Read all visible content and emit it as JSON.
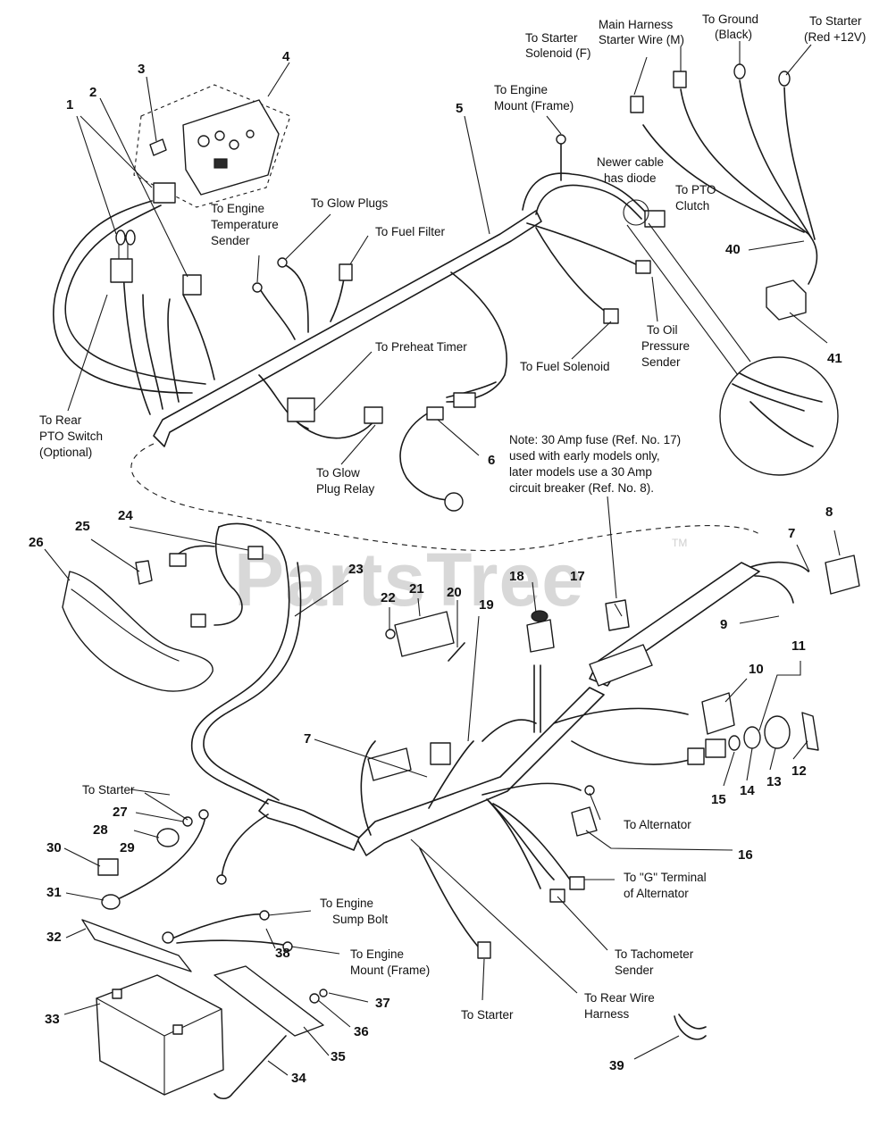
{
  "watermark": {
    "text": "PartsTree",
    "trademark": "TM"
  },
  "callouts": {
    "c1": "1",
    "c2": "2",
    "c3": "3",
    "c4": "4",
    "c5": "5",
    "c6": "6",
    "c7a": "7",
    "c7b": "7",
    "c8": "8",
    "c9": "9",
    "c10": "10",
    "c11": "11",
    "c12": "12",
    "c13": "13",
    "c14": "14",
    "c15": "15",
    "c16": "16",
    "c17": "17",
    "c18": "18",
    "c19": "19",
    "c20": "20",
    "c21": "21",
    "c22": "22",
    "c23": "23",
    "c24": "24",
    "c25": "25",
    "c26": "26",
    "c27": "27",
    "c28": "28",
    "c29": "29",
    "c30": "30",
    "c31": "31",
    "c32": "32",
    "c33": "33",
    "c34": "34",
    "c35": "35",
    "c36": "36",
    "c37": "37",
    "c38": "38",
    "c39": "39",
    "c40": "40",
    "c41": "41"
  },
  "labels": {
    "to_starter_solenoid": [
      "To Starter",
      "Solenoid (F)"
    ],
    "main_harness_starter_wire": [
      "Main Harness",
      "Starter Wire (M)"
    ],
    "to_ground": [
      "To Ground",
      "(Black)"
    ],
    "to_starter_red": [
      "To Starter",
      "(Red +12V)"
    ],
    "to_engine_mount_frame_top": [
      "To Engine",
      "Mount (Frame)"
    ],
    "newer_cable_diode": [
      "Newer cable",
      "has diode"
    ],
    "to_pto_clutch": [
      "To PTO",
      "Clutch"
    ],
    "to_engine_temp_sender": [
      "To Engine",
      "Temperature",
      "Sender"
    ],
    "to_glow_plugs": [
      "To Glow Plugs"
    ],
    "to_fuel_filter": [
      "To Fuel Filter"
    ],
    "to_oil_pressure_sender": [
      "To Oil",
      "Pressure",
      "Sender"
    ],
    "to_fuel_solenoid": [
      "To Fuel Solenoid"
    ],
    "to_preheat_timer": [
      "To Preheat Timer"
    ],
    "to_rear_pto_switch": [
      "To Rear",
      "PTO Switch",
      "(Optional)"
    ],
    "to_glow_plug_relay": [
      "To Glow",
      "Plug Relay"
    ],
    "fuse_note": [
      "Note: 30 Amp fuse (Ref. No. 17)",
      "used with early models only,",
      "later models use a 30 Amp",
      "circuit breaker (Ref. No. 8)."
    ],
    "to_starter_left": [
      "To Starter"
    ],
    "to_alternator": [
      "To Alternator"
    ],
    "to_g_terminal": [
      "To \"G\" Terminal",
      "of Alternator"
    ],
    "to_engine_sump_bolt": [
      "To Engine",
      "Sump Bolt"
    ],
    "to_engine_mount_frame_bottom": [
      "To Engine",
      "Mount (Frame)"
    ],
    "to_tachometer_sender": [
      "To Tachometer",
      "Sender"
    ],
    "to_starter_bottom": [
      "To Starter"
    ],
    "to_rear_wire_harness": [
      "To Rear Wire",
      "Harness"
    ]
  }
}
